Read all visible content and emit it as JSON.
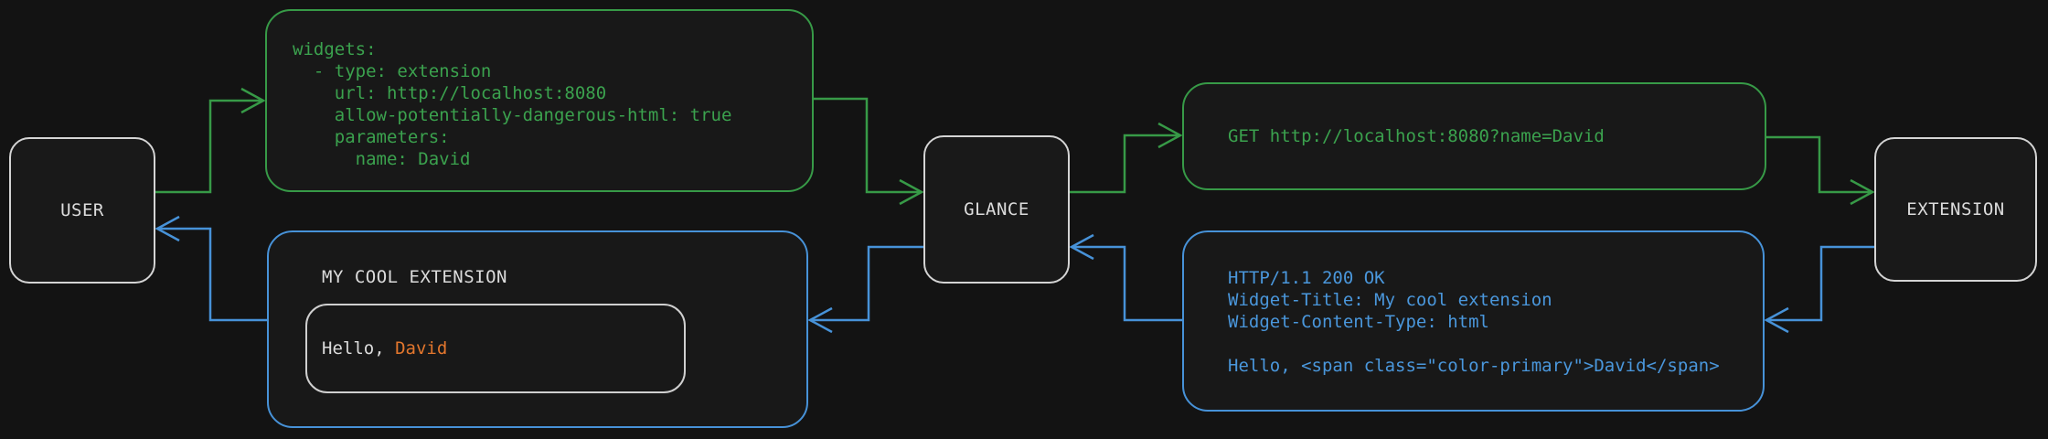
{
  "palette": {
    "background": "#131313",
    "node_border": "#d4d4d4",
    "green": "#3ba24e",
    "blue": "#4a97dc",
    "orange": "#e2762d",
    "text_gray": "#dcdcdc"
  },
  "nodes": {
    "user": {
      "label": "USER"
    },
    "glance": {
      "label": "GLANCE"
    },
    "extension": {
      "label": "EXTENSION"
    }
  },
  "config_box": {
    "code": "widgets:\n  - type: extension\n    url: http://localhost:8080\n    allow-potentially-dangerous-html: true\n    parameters:\n      name: David"
  },
  "request_box": {
    "code": "GET http://localhost:8080?name=David"
  },
  "response_box": {
    "code": "HTTP/1.1 200 OK\nWidget-Title: My cool extension\nWidget-Content-Type: html\n\nHello, <span class=\"color-primary\">David</span>"
  },
  "widget_box": {
    "title": "MY COOL EXTENSION",
    "greeting_prefix": "Hello, ",
    "greeting_name": "David"
  }
}
